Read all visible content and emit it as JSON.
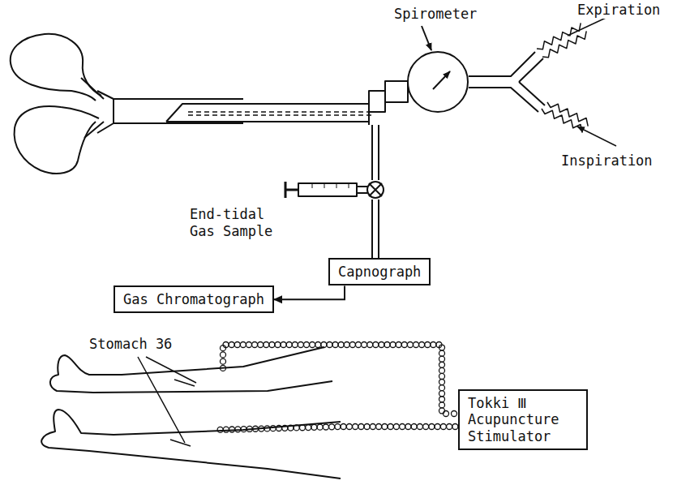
{
  "diagram": {
    "nodes": [
      {
        "text": [
          "Spirometer"
        ]
      },
      {
        "text": [
          "Capnograph"
        ]
      },
      {
        "text": [
          "Gas Chromatograph"
        ]
      },
      {
        "text": [
          "Tokki Ⅲ Acupuncture Stimulator"
        ]
      }
    ],
    "edges": [
      {
        "from": 1,
        "to": 2,
        "arrow": "to"
      }
    ],
    "labels": [
      "Expiration",
      "Inspiration",
      "End-tidal Gas Sample",
      "Stomach 36"
    ]
  }
}
